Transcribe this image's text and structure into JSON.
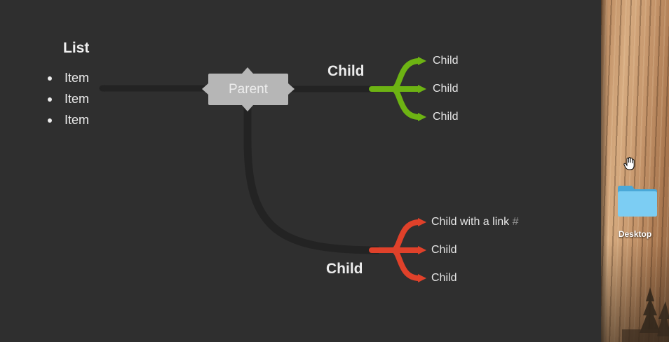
{
  "list": {
    "title": "List",
    "items": [
      "Item",
      "Item",
      "Item"
    ]
  },
  "parent": {
    "label": "Parent"
  },
  "branches": [
    {
      "label": "Child",
      "color": "#6db313",
      "children": [
        {
          "label": "Child"
        },
        {
          "label": "Child"
        },
        {
          "label": "Child"
        }
      ]
    },
    {
      "label": "Child",
      "color": "#e0412a",
      "children": [
        {
          "label": "Child with a link",
          "link": "#"
        },
        {
          "label": "Child"
        },
        {
          "label": "Child"
        }
      ]
    }
  ],
  "desktop": {
    "folder_label": "Desktop",
    "folder_color": "#6cc3ee"
  }
}
